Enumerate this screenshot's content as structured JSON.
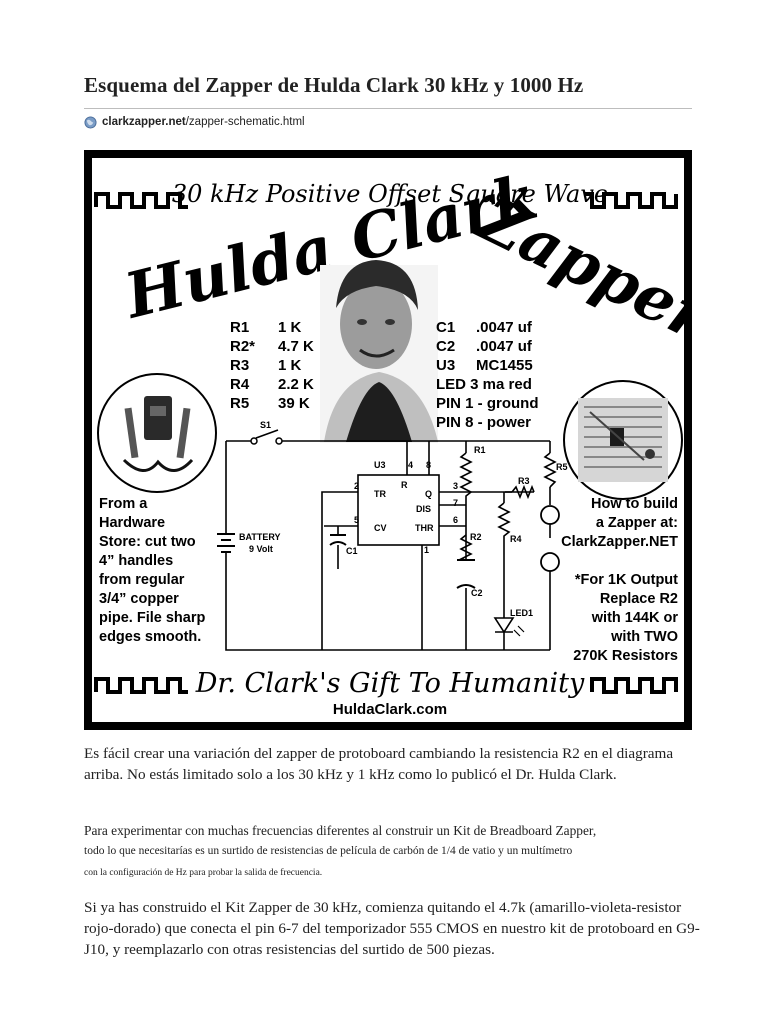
{
  "article": {
    "title": "Esquema del Zapper de Hulda Clark 30 kHz y 1000 Hz",
    "source_domain": "clarkzapper.net",
    "source_path": "/zapper-schematic.html"
  },
  "poster": {
    "header": "30 kHz Positive Offset Square Wave",
    "brand_word1": "Hulda Clark",
    "brand_word2": "Zapper",
    "components_left": [
      {
        "ref": "R1",
        "value": "1 K"
      },
      {
        "ref": "R2*",
        "value": "4.7 K"
      },
      {
        "ref": "R3",
        "value": "1 K"
      },
      {
        "ref": "R4",
        "value": "2.2 K"
      },
      {
        "ref": "R5",
        "value": "39 K"
      }
    ],
    "components_right": [
      {
        "ref": "C1",
        "value": ".0047 uf"
      },
      {
        "ref": "C2",
        "value": ".0047 uf"
      },
      {
        "ref": "U3",
        "value": "MC1455"
      },
      {
        "ref": "",
        "value": "LED 3 ma red"
      },
      {
        "ref": "",
        "value": "PIN 1 - ground"
      },
      {
        "ref": "",
        "value": "PIN 8 - power"
      }
    ],
    "left_note": [
      "From a",
      "Hardware",
      "Store: cut two",
      "4” handles",
      "from regular",
      "3/4” copper",
      "pipe. File sharp",
      "edges smooth."
    ],
    "right_note_top": [
      "How to build",
      "a Zapper at:",
      "ClarkZapper.NET"
    ],
    "right_note_bottom": [
      "*For 1K Output",
      "Replace R2",
      "with 144K or",
      "with TWO",
      "270K Resistors"
    ],
    "schematic_labels": {
      "s1": "S1",
      "r1": "R1",
      "r2": "R2",
      "r3": "R3",
      "r4": "R4",
      "r5": "R5",
      "u3": "U3",
      "c1": "C1",
      "c2": "C2",
      "led1": "LED1",
      "battery": "BATTERY",
      "battery_volt": "9 Volt",
      "pin_tr": "TR",
      "pin_r": "R",
      "pin_q": "Q",
      "pin_dis": "DIS",
      "pin_cv": "CV",
      "pin_thr": "THR",
      "n2": "2",
      "n4": "4",
      "n8": "8",
      "n3": "3",
      "n7": "7",
      "n5": "5",
      "n6": "6",
      "n1": "1"
    },
    "footer": "Dr. Clark's Gift To Humanity",
    "footer_url": "HuldaClark.com"
  },
  "paragraphs": {
    "p1": "Es fácil crear una variación del zapper de protoboard cambiando la resistencia R2 en el diagrama arriba. No estás limitado solo a los 30 kHz y 1 kHz como lo publicó el Dr. Hulda Clark.",
    "p2a": "Para experimentar con muchas frecuencias diferentes al construir un Kit de Breadboard Zapper,",
    "p2b": "todo lo que necesitarías es un surtido de resistencias de película de carbón de 1/4 de vatio y un multímetro",
    "p2c": "con la configuración de Hz para probar la salida de frecuencia.",
    "p3": "Si ya has construido el Kit Zapper de 30 kHz, comienza quitando el 4.7k (amarillo-violeta-resistor rojo-dorado) que conecta el pin 6-7 del temporizador 555 CMOS en nuestro kit de protoboard en G9-J10, y reemplazarlo con otras resistencias del surtido de 500 piezas."
  }
}
